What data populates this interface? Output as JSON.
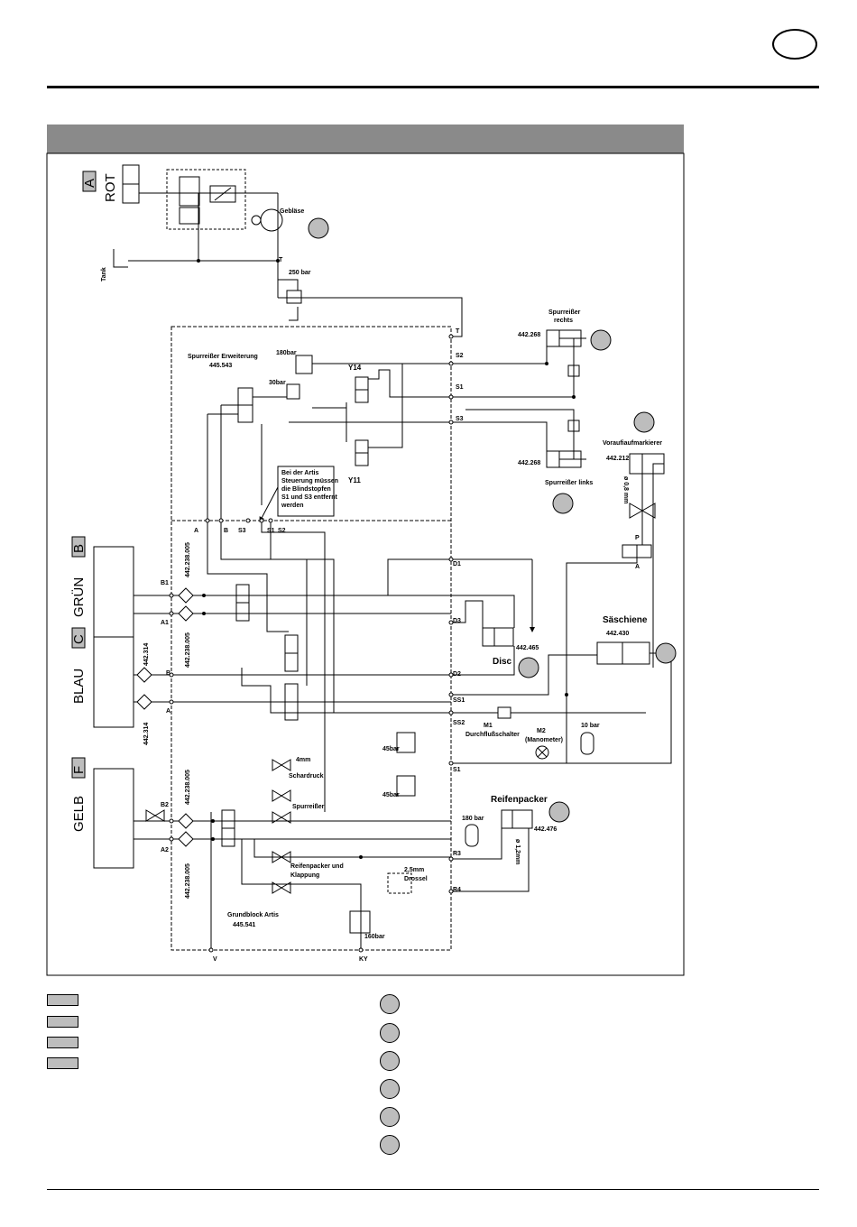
{
  "header": {
    "lang_badge": ""
  },
  "title_bar": {
    "text": ""
  },
  "ports": {
    "rot": {
      "code": "A",
      "color": "ROT"
    },
    "gruen": {
      "code": "B",
      "color": "GRÜN"
    },
    "blau": {
      "code": "C",
      "color": "BLAU"
    },
    "gelb": {
      "code": "F",
      "color": "GELB"
    }
  },
  "labels": {
    "tank": "Tank",
    "geblaese": "Gebläse",
    "bar250": "250 bar",
    "spur_erw_title": "Spurreißer Erweiterung",
    "spur_erw_num": "445.543",
    "bar180a": "180bar",
    "bar30": "30bar",
    "y14": "Y14",
    "y11": "Y11",
    "note": [
      "Bei der Artis",
      "Steuerung müssen",
      "die Blindstopfen",
      "S1 und S3 entfernt",
      "werden"
    ],
    "port_t": "T",
    "port_s2": "S2",
    "port_s1": "S1",
    "port_s3": "S3",
    "port_d1": "D1",
    "port_d3": "D3",
    "port_d2": "D2",
    "port_ss1": "SS1",
    "port_ss2": "SS2",
    "port_s1b": "S1",
    "port_r3": "R3",
    "port_r4": "R4",
    "port_v": "V",
    "port_ky": "KY",
    "row_a": "A",
    "row_b": "B",
    "row_s3": "S3",
    "row_s1": "S1",
    "row_s2": "S2",
    "b1": "B1",
    "a1": "A1",
    "b": "B",
    "a": "A",
    "b2": "B2",
    "a2": "A2",
    "p_port": "P",
    "a_port": "A",
    "spur_rechts": [
      "Spurreißer",
      "rechts"
    ],
    "spur_rechts_num": "442.268",
    "spur_links": "Spurreißer links",
    "spur_links_num": "442.268",
    "vorauf": "Voraufiaufmarkierer",
    "vorauf_num": "442.212",
    "vorauf_orifice": "ø 0,8 mm",
    "disc": "Disc",
    "disc_num": "442.465",
    "saeschiene": "Säschiene",
    "saeschiene_num": "442.430",
    "m1": "M1",
    "m1_desc": "Durchflußschalter",
    "m2": "M2",
    "m2_desc": "(Manometer)",
    "bar10": "10 bar",
    "bar45a": "45bar",
    "bar45b": "45bar",
    "schardruck": "Schardruck",
    "schar_size": "4mm",
    "spurreisser": "Spurreißer",
    "reifenpacker_klappung": [
      "Reifenpacker und",
      "Klappung"
    ],
    "reifenpacker": "Reifenpacker",
    "reifenpacker_num": "442.476",
    "bar180b": "180 bar",
    "orifice12": "ø 1,2mm",
    "drossel": [
      "2,5mm",
      "Drossel"
    ],
    "bar160": "160bar",
    "grundblock": "Grundblock Artis",
    "grundblock_num": "445.541",
    "filter_005_a": "442.238.005",
    "filter_005_b": "442.238.005",
    "filter_005_c": "442.238.005",
    "filter_005_d": "442.238.005",
    "filter_314_a": "442.314",
    "filter_314_b": "442.314"
  },
  "colors": {
    "title_bar": "#8a8a8a",
    "legend_fill": "#bdbdbd",
    "line": "#000000"
  }
}
